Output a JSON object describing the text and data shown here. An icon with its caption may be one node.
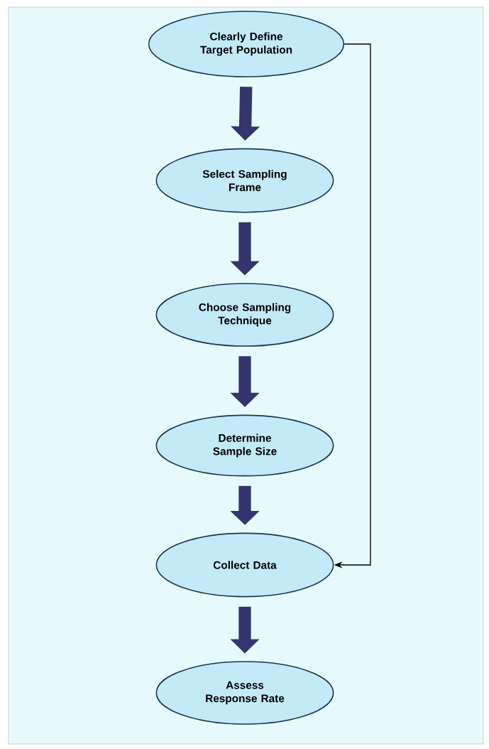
{
  "diagram": {
    "nodes": [
      {
        "text": [
          "Clearly Define Target Population"
        ]
      },
      {
        "text": [
          "Select Sampling Frame"
        ]
      },
      {
        "text": [
          "Choose Sampling Technique"
        ]
      },
      {
        "text": [
          "Determine Sample Size"
        ]
      },
      {
        "text": [
          "Collect Data"
        ]
      },
      {
        "text": [
          "Assess Response Rate"
        ]
      }
    ],
    "edges": [
      {
        "from": 0,
        "to": 1,
        "arrow": "to"
      },
      {
        "from": 1,
        "to": 2,
        "arrow": "to"
      },
      {
        "from": 2,
        "to": 3,
        "arrow": "to"
      },
      {
        "from": 3,
        "to": 4,
        "arrow": "to"
      },
      {
        "from": 4,
        "to": 5,
        "arrow": "to"
      },
      {
        "from": 0,
        "to": 4,
        "arrow": "to",
        "color": "#000000"
      }
    ]
  }
}
